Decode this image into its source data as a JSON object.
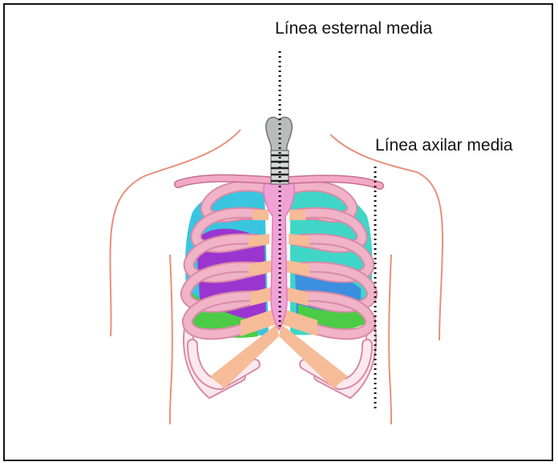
{
  "labels": {
    "sternal_line": "Línea esternal media",
    "axillary_line": "Línea axilar media"
  },
  "colors": {
    "outline": "#111111",
    "body_outline": "#e8907a",
    "rib": "#f0b3c8",
    "rib_edge": "#d98aa6",
    "cartilage": "#f6bc97",
    "sternum": "#f0a2d6",
    "trachea": "#b9bcbb",
    "lung_cyan": "#39c5e0",
    "lung_blue": "#3d8fe0",
    "heart_purple": "#9b35d0",
    "lung_green": "#4ccc46",
    "lung_teal": "#3fd6c8",
    "clavicle": "#f3a9c3"
  },
  "icons": {
    "trachea": "trachea-icon",
    "ribcage": "ribcage-illustration"
  }
}
